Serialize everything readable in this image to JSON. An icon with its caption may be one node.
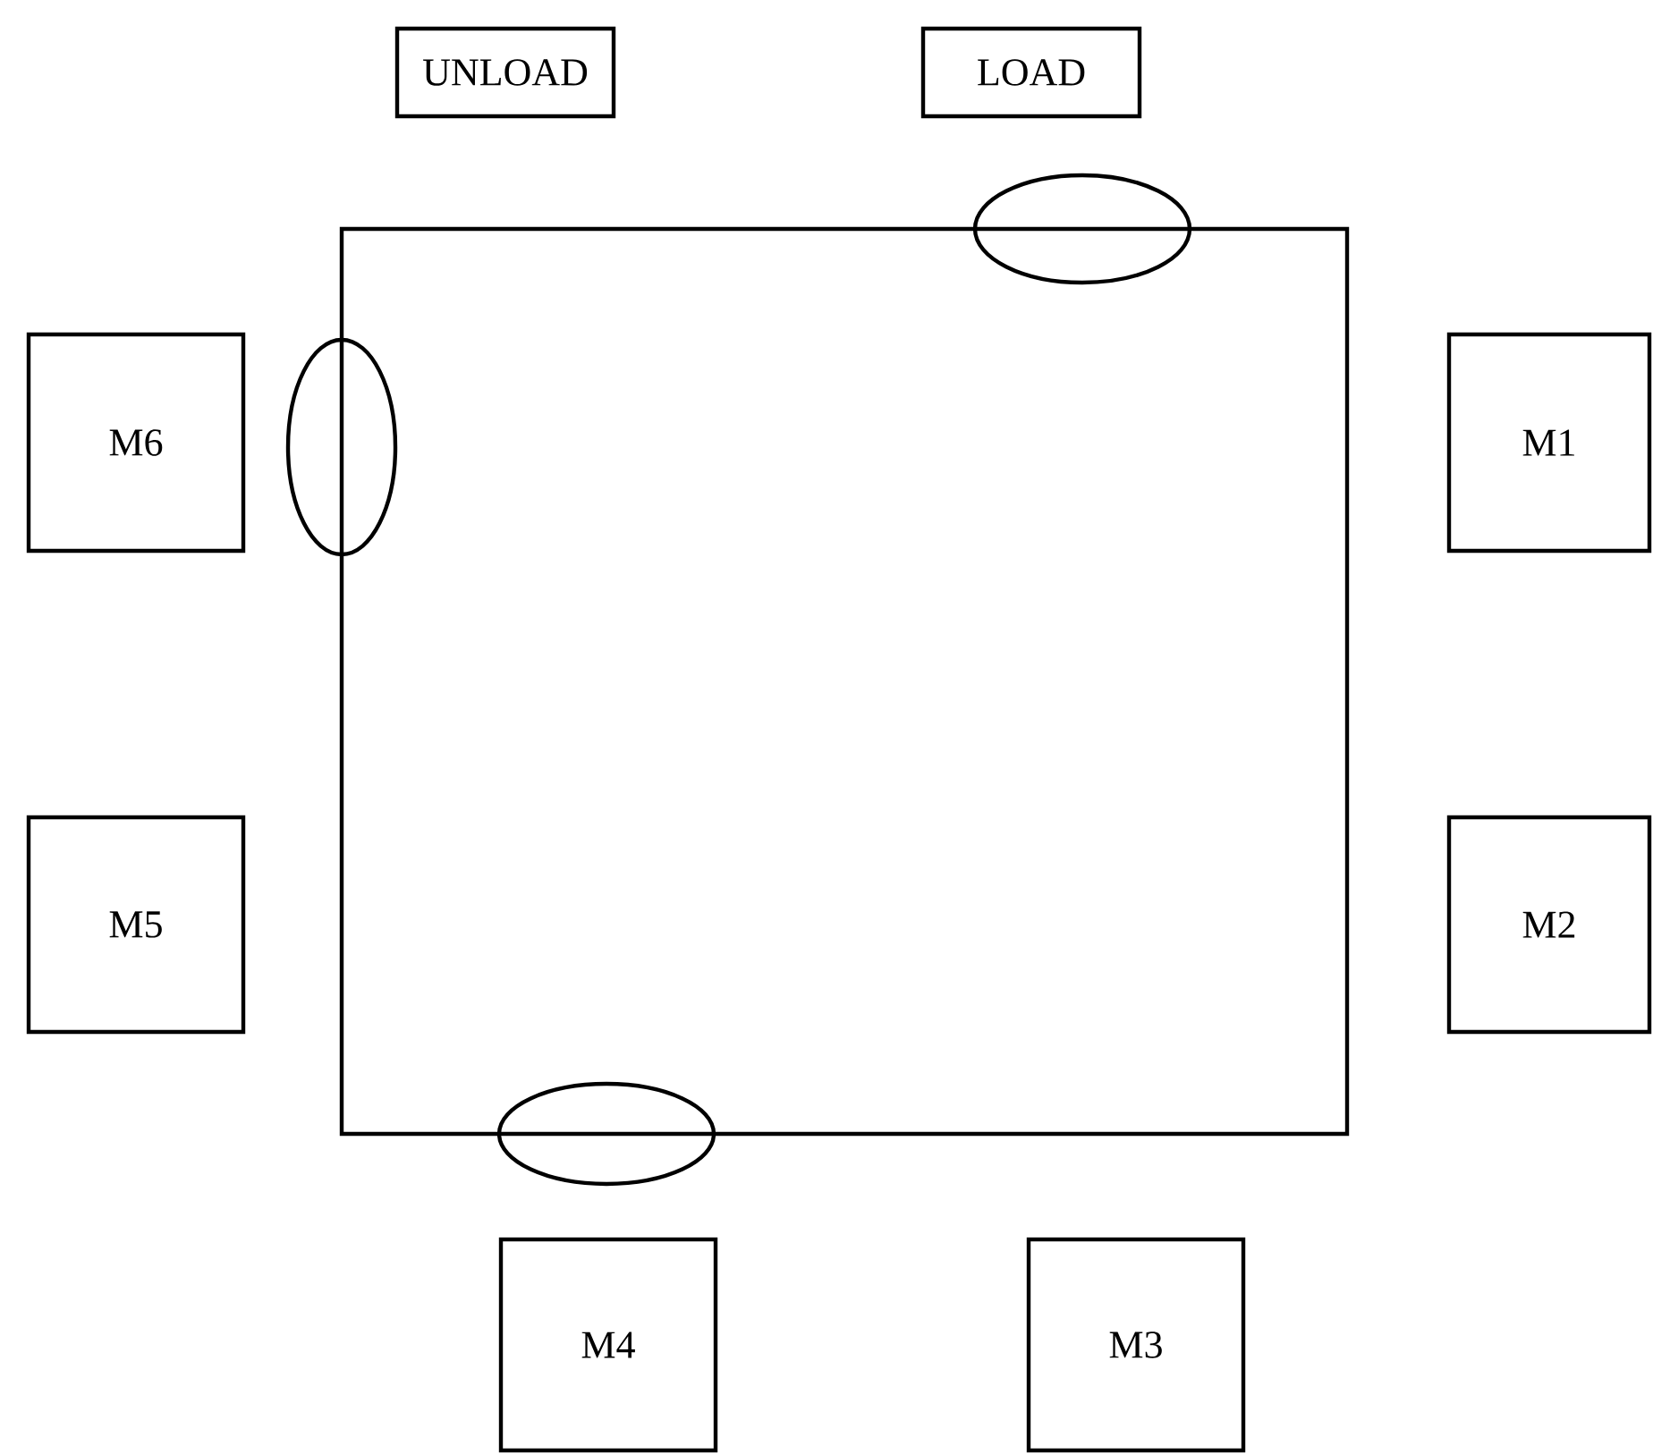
{
  "diagram": {
    "nodes": [
      {
        "text": [
          "UNLOAD"
        ]
      },
      {
        "text": [
          "LOAD"
        ]
      },
      {
        "text": [
          "M6"
        ]
      },
      {
        "text": [
          "M1"
        ]
      },
      {
        "text": [
          "M5"
        ]
      },
      {
        "text": [
          "M2"
        ]
      },
      {
        "text": [
          "M4"
        ]
      },
      {
        "text": [
          "M3"
        ]
      },
      {
        "text": [],
        "shape": "ellipse"
      },
      {
        "text": [],
        "shape": "ellipse"
      },
      {
        "text": [],
        "shape": "ellipse"
      }
    ]
  }
}
